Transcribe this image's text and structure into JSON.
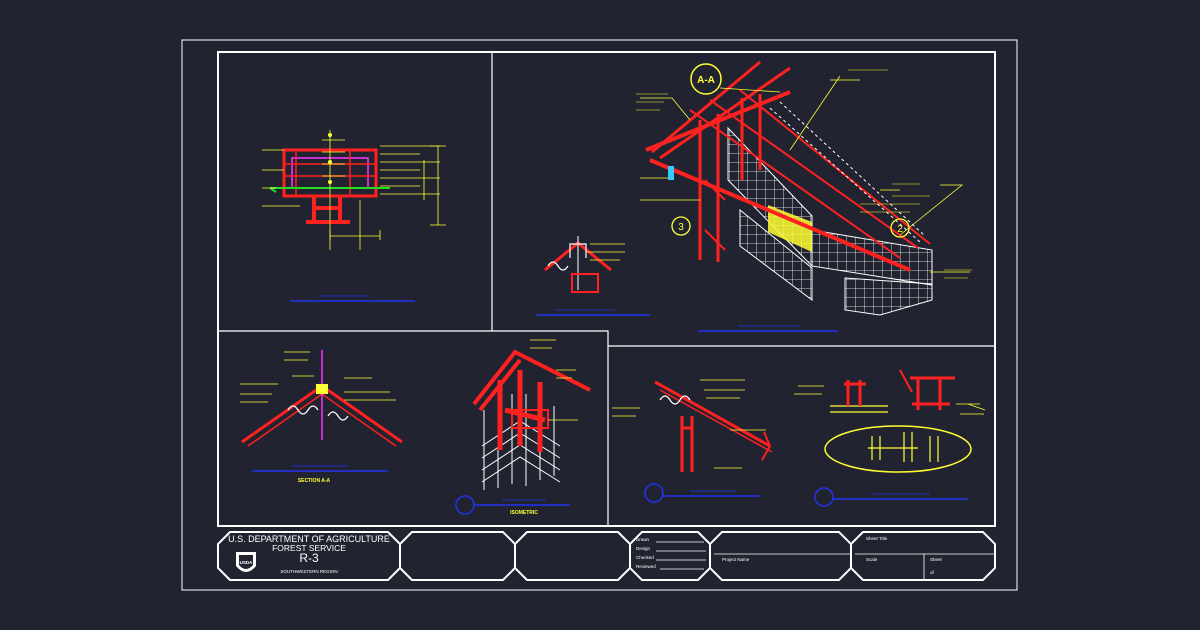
{
  "colors": {
    "background": "#212430",
    "frame": "#ffffff",
    "member": "#ff2020",
    "annotation": "#ffff33",
    "title_line": "#2233ee",
    "grid": "#ffffff",
    "accent_green": "#22dd22",
    "accent_magenta": "#ff33ff",
    "accent_cyan": "#33ccff"
  },
  "title_block": {
    "agency_line1": "U.S. DEPARTMENT OF AGRICULTURE",
    "agency_line2": "FOREST SERVICE",
    "region_code": "R-3",
    "region_name": "SOUTHWESTERN REGION",
    "logo_text": "USDA",
    "fields": {
      "drawn": "Drawn",
      "design": "Design",
      "checked": "Checked",
      "reviewed": "Reviewed",
      "project_name": "Project Name",
      "sheet_title": "Sheet Title",
      "scale": "Scale",
      "sheet": "Sheet",
      "sheet_value": "of"
    }
  },
  "detail_labels": {
    "section_aa": "SECTION A-A",
    "isometric": "ISOMETRIC",
    "callout_aa": "A-A",
    "callout_2": "2",
    "callout_3": "3"
  }
}
